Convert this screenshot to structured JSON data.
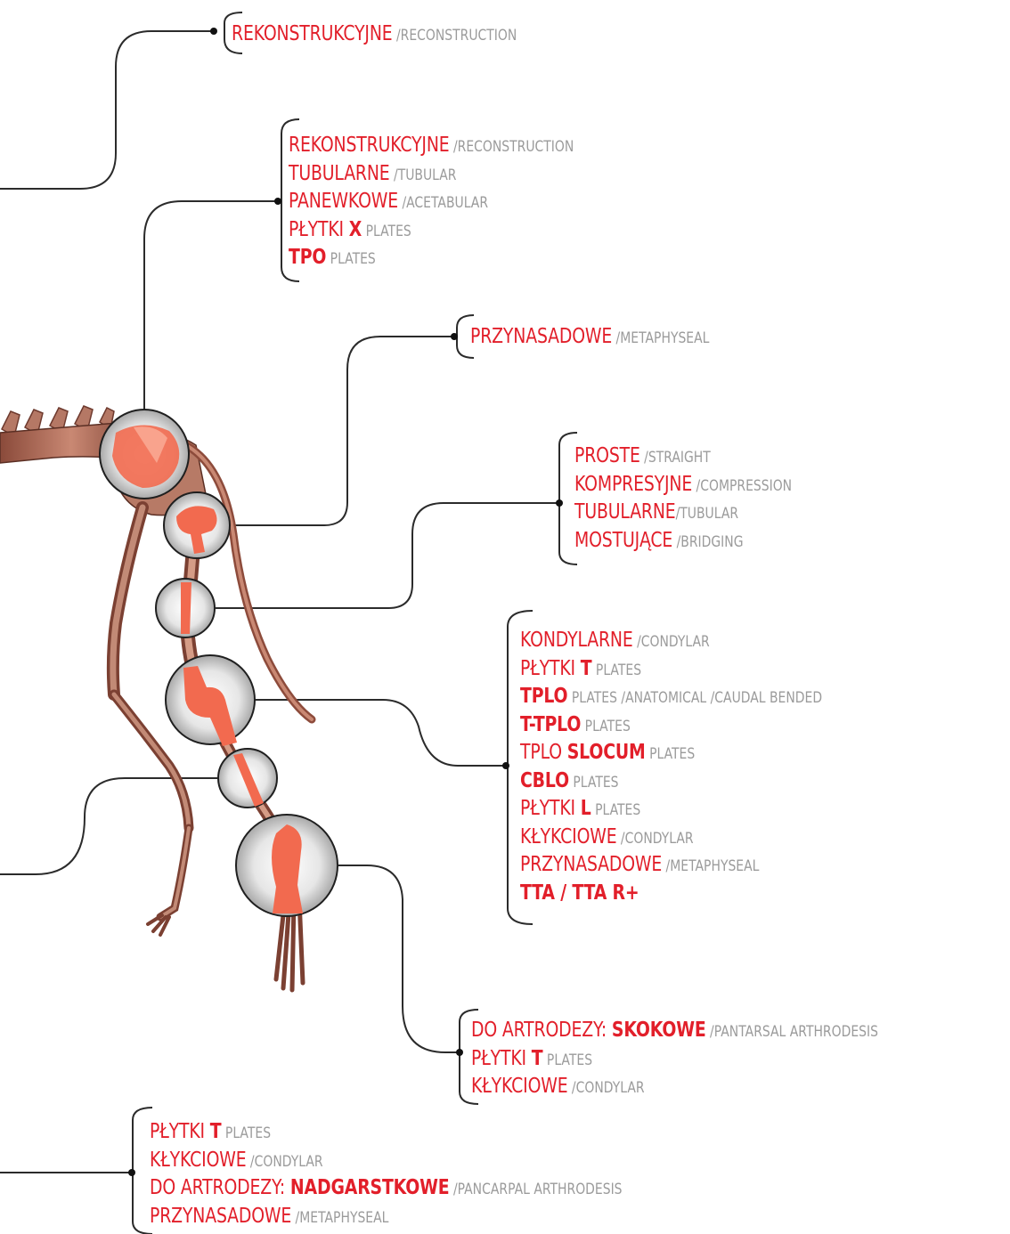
{
  "colors": {
    "accent": "#e21f2a",
    "secondary_text": "#9b9b9b",
    "connector": "#2b2b2b",
    "bone": "#b06a57",
    "bone_dark": "#6e3a2e",
    "highlight": "#f26a4f",
    "lens_gray": "#bdbdbd"
  },
  "groups": [
    {
      "id": "spine-top",
      "lines": [
        [
          {
            "t": "REKONSTRUKCYJNE",
            "s": "r"
          },
          {
            "t": " /RECONSTRUCTION",
            "s": "g"
          }
        ]
      ]
    },
    {
      "id": "pelvis",
      "lines": [
        [
          {
            "t": "REKONSTRUKCYJNE",
            "s": "r"
          },
          {
            "t": " /RECONSTRUCTION",
            "s": "g"
          }
        ],
        [
          {
            "t": "TUBULARNE",
            "s": "r"
          },
          {
            "t": " /TUBULAR",
            "s": "g"
          }
        ],
        [
          {
            "t": "PANEWKOWE",
            "s": "r"
          },
          {
            "t": " /ACETABULAR",
            "s": "g"
          }
        ],
        [
          {
            "t": "PŁYTKI ",
            "s": "r"
          },
          {
            "t": "X",
            "s": "b"
          },
          {
            "t": " PLATES",
            "s": "g"
          }
        ],
        [
          {
            "t": "TPO",
            "s": "b"
          },
          {
            "t": " PLATES",
            "s": "g"
          }
        ]
      ]
    },
    {
      "id": "proximal-femur",
      "lines": [
        [
          {
            "t": "PRZYNASADOWE",
            "s": "r"
          },
          {
            "t": " /METAPHYSEAL",
            "s": "g"
          }
        ]
      ]
    },
    {
      "id": "femur-shaft",
      "lines": [
        [
          {
            "t": "PROSTE",
            "s": "r"
          },
          {
            "t": " /STRAIGHT",
            "s": "g"
          }
        ],
        [
          {
            "t": "KOMPRESYJNE",
            "s": "r"
          },
          {
            "t": " /COMPRESSION",
            "s": "g"
          }
        ],
        [
          {
            "t": "TUBULARNE",
            "s": "r"
          },
          {
            "t": "/TUBULAR",
            "s": "g"
          }
        ],
        [
          {
            "t": "MOSTUJĄCE",
            "s": "r"
          },
          {
            "t": " /BRIDGING",
            "s": "g"
          }
        ]
      ]
    },
    {
      "id": "stifle",
      "lines": [
        [
          {
            "t": "KONDYLARNE",
            "s": "r"
          },
          {
            "t": " /CONDYLAR",
            "s": "g"
          }
        ],
        [
          {
            "t": "PŁYTKI ",
            "s": "r"
          },
          {
            "t": "T",
            "s": "b"
          },
          {
            "t": " PLATES",
            "s": "g"
          }
        ],
        [
          {
            "t": "TPLO",
            "s": "b"
          },
          {
            "t": " PLATES /ANATOMICAL /CAUDAL BENDED",
            "s": "g"
          }
        ],
        [
          {
            "t": "T-TPLO",
            "s": "b"
          },
          {
            "t": " PLATES",
            "s": "g"
          }
        ],
        [
          {
            "t": "TPLO ",
            "s": "r"
          },
          {
            "t": "SLOCUM",
            "s": "b"
          },
          {
            "t": " PLATES",
            "s": "g"
          }
        ],
        [
          {
            "t": "CBLO",
            "s": "b"
          },
          {
            "t": " PLATES",
            "s": "g"
          }
        ],
        [
          {
            "t": "PŁYTKI ",
            "s": "r"
          },
          {
            "t": "L",
            "s": "b"
          },
          {
            "t": " PLATES",
            "s": "g"
          }
        ],
        [
          {
            "t": "KŁYKCIOWE",
            "s": "r"
          },
          {
            "t": " /CONDYLAR",
            "s": "g"
          }
        ],
        [
          {
            "t": "PRZYNASADOWE",
            "s": "r"
          },
          {
            "t": " /METAPHYSEAL",
            "s": "g"
          }
        ],
        [
          {
            "t": "TTA / TTA R+",
            "s": "b"
          }
        ]
      ]
    },
    {
      "id": "tarsus",
      "lines": [
        [
          {
            "t": "DO ARTRODEZY: ",
            "s": "r"
          },
          {
            "t": "SKOKOWE",
            "s": "b"
          },
          {
            "t": " /PANTARSAL ARTHRODESIS",
            "s": "g"
          }
        ],
        [
          {
            "t": "PŁYTKI ",
            "s": "r"
          },
          {
            "t": "T",
            "s": "b"
          },
          {
            "t": " PLATES",
            "s": "g"
          }
        ],
        [
          {
            "t": "KŁYKCIOWE",
            "s": "r"
          },
          {
            "t": " /CONDYLAR",
            "s": "g"
          }
        ]
      ]
    },
    {
      "id": "carpus",
      "lines": [
        [
          {
            "t": "PŁYTKI ",
            "s": "r"
          },
          {
            "t": "T",
            "s": "b"
          },
          {
            "t": " PLATES",
            "s": "g"
          }
        ],
        [
          {
            "t": "KŁYKCIOWE",
            "s": "r"
          },
          {
            "t": " /CONDYLAR",
            "s": "g"
          }
        ],
        [
          {
            "t": "DO ARTRODEZY: ",
            "s": "r"
          },
          {
            "t": "NADGARSTKOWE",
            "s": "b"
          },
          {
            "t": " /PANCARPAL ARTHRODESIS",
            "s": "g"
          }
        ],
        [
          {
            "t": "PRZYNASADOWE",
            "s": "r"
          },
          {
            "t": " /METAPHYSEAL",
            "s": "g"
          }
        ]
      ]
    }
  ]
}
